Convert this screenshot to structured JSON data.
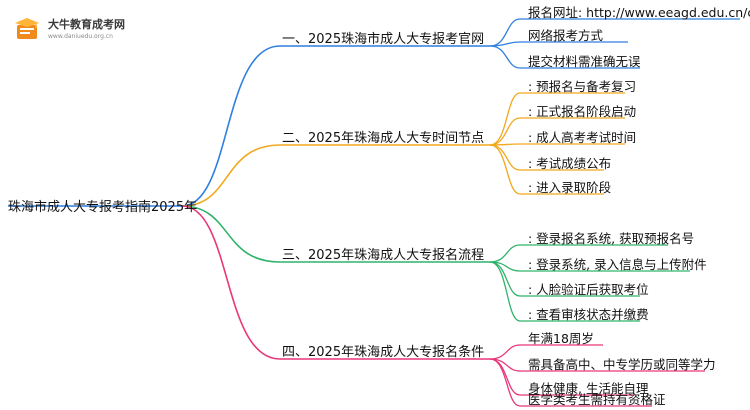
{
  "logo": {
    "title": "大牛教育成考网",
    "subtitle": "www.daniuedu.org.cn",
    "icon": "graduation-book-icon"
  },
  "root": {
    "label": "珠海市成人大专报考指南2025年"
  },
  "branches": [
    {
      "label": "一、2025珠海市成人大专报考官网",
      "color": "#2f7fe0",
      "leaves": [
        "报名网址: http://www.eeagd.edu.cn/cr",
        "网络报考方式",
        "提交材料需准确无误"
      ]
    },
    {
      "label": "二、2025年珠海成人大专时间节点",
      "color": "#f2a81d",
      "leaves": [
        ": 预报名与备考复习",
        ": 正式报名阶段启动",
        ": 成人高考考试时间",
        ": 考试成绩公布",
        ": 进入录取阶段"
      ]
    },
    {
      "label": "三、2025年珠海成人大专报名流程",
      "color": "#2fb36b",
      "leaves": [
        ": 登录报名系统, 获取预报名号",
        ": 登录系统, 录入信息与上传附件",
        ": 人脸验证后获取考位",
        ": 查看审核状态并缴费"
      ]
    },
    {
      "label": "四、2025年珠海成人大专报名条件",
      "color": "#e8377a",
      "leaves": [
        "年满18周岁",
        "需具备高中、中专学历或同等学力",
        "身体健康, 生活能自理",
        "医学类考生需持有资格证"
      ]
    }
  ]
}
